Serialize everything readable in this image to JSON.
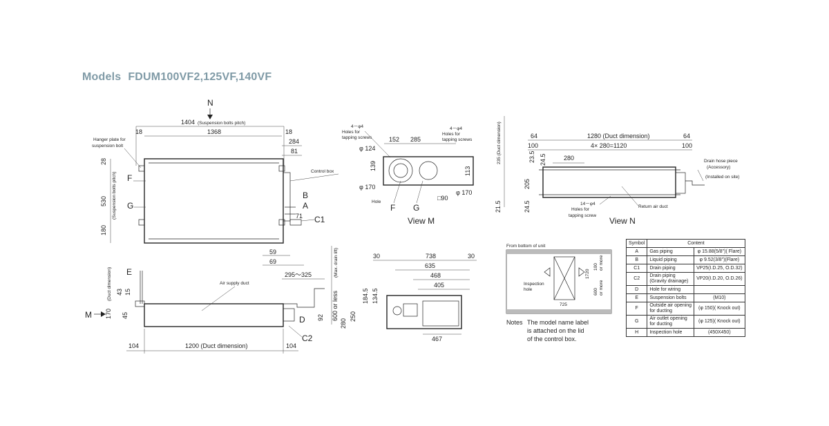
{
  "title": {
    "prefix": "Models",
    "models": "FDUM100VF2,125VF,140VF"
  },
  "top_view": {
    "arrow_label": "N",
    "dims": [
      "1404",
      "(Suspension bolts pitch)",
      "18",
      "1368",
      "18",
      "284",
      "81",
      "28",
      "530",
      "(Suspension bolts pitch)",
      "180",
      "71",
      "59",
      "69"
    ],
    "labels": [
      "Hanger plate for",
      "suspension bolt",
      "F",
      "G",
      "Control box",
      "B",
      "A",
      "C1"
    ]
  },
  "side_view": {
    "arrow_label": "M",
    "dims": [
      "(Duct dimension)",
      "43",
      "15",
      "170",
      "45",
      "295～325",
      "(Max. drain lift)",
      "600 or less",
      "92",
      "104",
      "1200 (Duct dimension)",
      "104"
    ],
    "labels": [
      "E",
      "Air supply duct",
      "D",
      "C2"
    ]
  },
  "view_m": {
    "dims": [
      "4－φ4",
      "Holes for",
      "tapping screws",
      "152",
      "285",
      "4－φ4",
      "Holes for",
      "tapping screws",
      "φ 124",
      "139",
      "113",
      "φ 170",
      "φ 170",
      "□90"
    ],
    "labels": [
      "Hole",
      "F",
      "G",
      "View M"
    ]
  },
  "view_n": {
    "dims": [
      "235 (Duct dimension)",
      "64",
      "1280 (Duct dimension)",
      "64",
      "100",
      "4× 280=1120",
      "100",
      "23.5",
      "24.5",
      "280",
      "205",
      "21.5",
      "24.5",
      "14－φ4",
      "Holes for",
      "tapping screw"
    ],
    "labels": [
      "Drain hose piece",
      "(Accessory)",
      "(Installed on site)",
      "Return air duct",
      "View N"
    ]
  },
  "end_view": {
    "dims": [
      "30",
      "738",
      "30",
      "635",
      "468",
      "405",
      "184.5",
      "134.5",
      "280",
      "250",
      "467"
    ]
  },
  "bottom_view": {
    "title": "From bottom of unit",
    "labels": [
      "Inspection",
      "hole"
    ],
    "dims": [
      "100",
      "or more",
      "1720",
      "725",
      "600",
      "or more"
    ]
  },
  "notes": {
    "label": "Notes",
    "lines": [
      "The model name label",
      "is attached on the lid",
      "of the control box."
    ]
  },
  "symbol_table": {
    "headers": [
      "Symbol",
      "Content"
    ],
    "rows": [
      {
        "symbol": "A",
        "name": "Gas piping",
        "spec": "φ 15.88(5/8\")( Flare)"
      },
      {
        "symbol": "B",
        "name": "Liquid piping",
        "spec": "φ 9.52(3/8\")(Flare)"
      },
      {
        "symbol": "C1",
        "name": "Drain piping",
        "spec": "VP25(I.D.25, O.D.32)"
      },
      {
        "symbol": "C2",
        "name": "Drain piping\n(Gravity drainage)",
        "spec": "VP20(I.D.20, O.D.26)"
      },
      {
        "symbol": "D",
        "name": "Hole for wiring",
        "spec": ""
      },
      {
        "symbol": "E",
        "name": "Suspension bolts",
        "spec": "(M10)"
      },
      {
        "symbol": "F",
        "name": "Outside air opening\nfor ducting",
        "spec": "(φ 150)( Knock out)"
      },
      {
        "symbol": "G",
        "name": "Air outlet opening\nfor ducting",
        "spec": "(φ 125)( Knock out)"
      },
      {
        "symbol": "H",
        "name": "Inspection hole",
        "spec": "(450X450)"
      }
    ]
  }
}
